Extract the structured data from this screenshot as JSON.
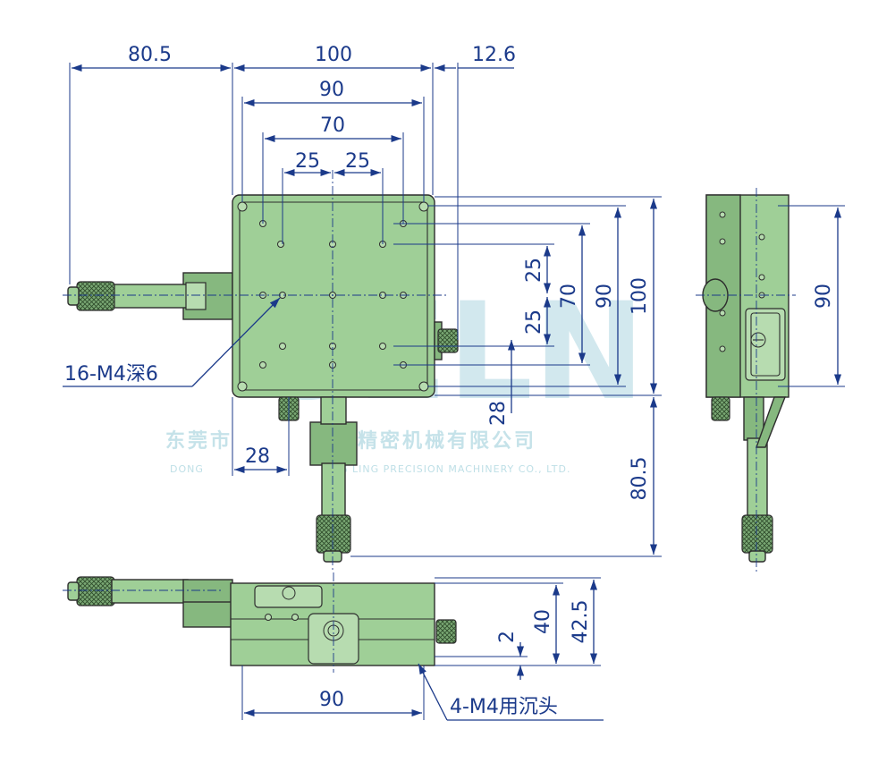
{
  "dimensions": {
    "top_left_offset": "80.5",
    "top_width": "100",
    "top_side_offset": "12.6",
    "hole_span_90": "90",
    "hole_span_70": "70",
    "hole_step_left": "25",
    "hole_step_right": "25",
    "right_100": "100",
    "right_90": "90",
    "right_70": "70",
    "right_25_top": "25",
    "right_25_bottom": "25",
    "right_28": "28",
    "bottom_28": "28",
    "bottom_micrometer": "80.5",
    "side_view_90": "90",
    "front_90": "90",
    "front_height_40": "40",
    "front_height_42_5": "42.5",
    "front_offset_2": "2"
  },
  "callouts": {
    "tapped_holes": "16-M4深6",
    "mount_holes": "4-M4用沉头"
  },
  "watermark": {
    "logo": "SELN",
    "company_cn": "东莞市",
    "company_cn_2": "菱精密机械有限公司",
    "company_en": "DONG",
    "company_en_2": "G LING PRECISION MACHINERY CO., LTD."
  },
  "colors": {
    "dimension_line": "#1b3a8a",
    "part_fill": "#9fcf97",
    "watermark": "#7fc0cf"
  }
}
